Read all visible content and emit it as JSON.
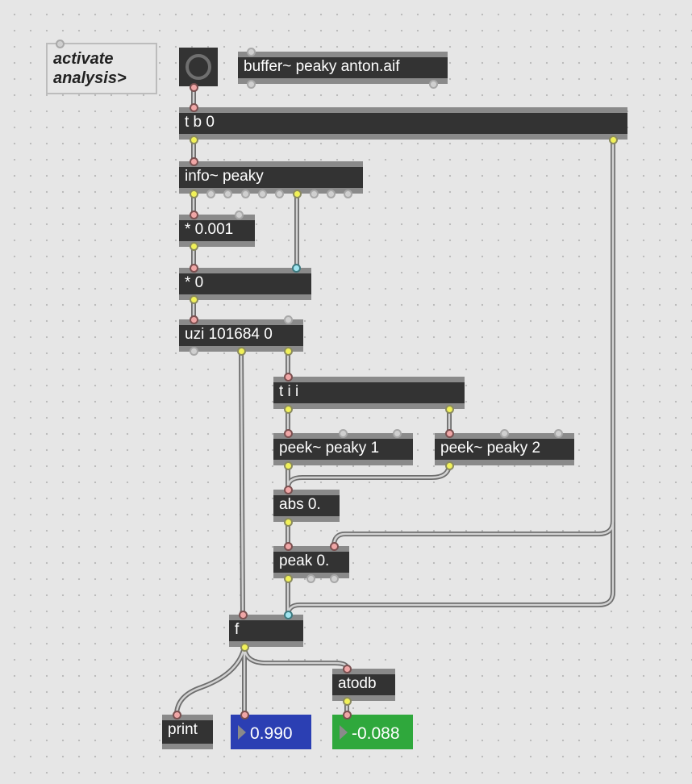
{
  "patcher": {
    "comment": "activate\nanalysis>",
    "objects": {
      "buffer": "buffer~ peaky anton.aif",
      "trigger_main": "t b 0",
      "info": "info~ peaky",
      "multiply_ms": "* 0.001",
      "multiply_sr": "* 0",
      "uzi": "uzi 101684 0",
      "trigger_ii": "t i i",
      "peek1": "peek~ peaky 1",
      "peek2": "peek~ peaky 2",
      "abs": "abs 0.",
      "peak": "peak 0.",
      "float": "f",
      "atodb": "atodb",
      "print": "print"
    },
    "number_boxes": {
      "amplitude": "0.990",
      "decibels": "-0.088"
    },
    "colors": {
      "canvas": "#e6e6e6",
      "object_box": "#333333",
      "amplitude_box": "#2b3fb3",
      "decibel_box": "#2fa83c",
      "patch_cord": "#9a9a9a"
    },
    "icons": {
      "bang": "bang-circle-icon",
      "number_arrow": "triangle-right-icon"
    }
  }
}
